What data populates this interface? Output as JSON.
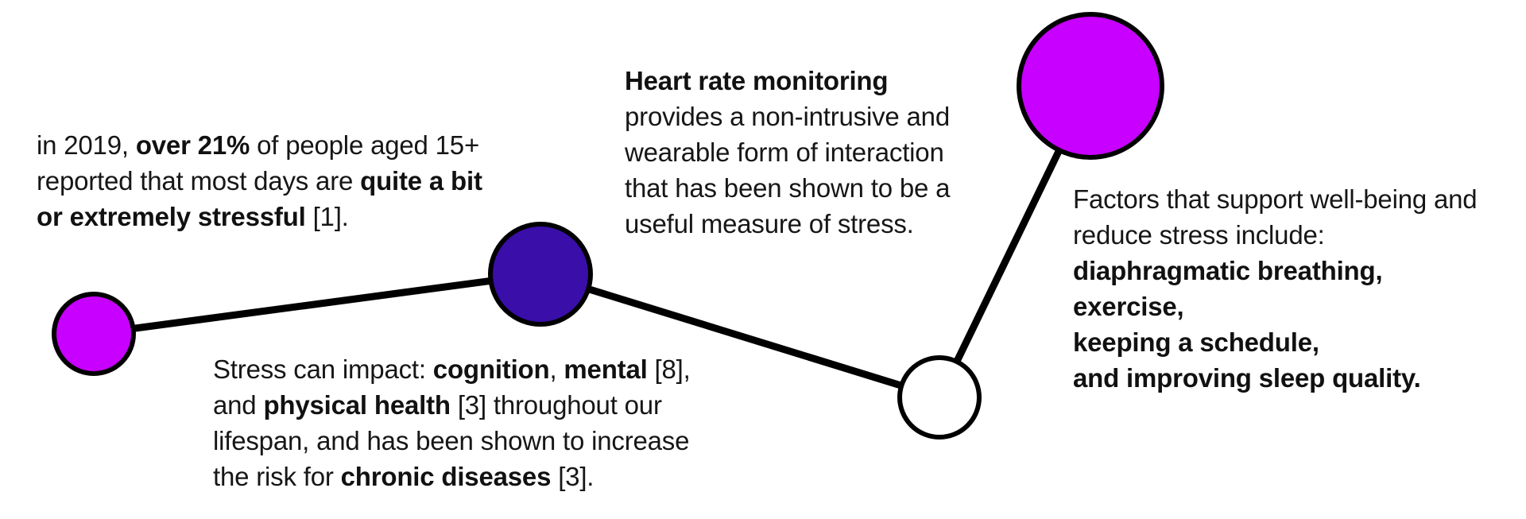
{
  "colors": {
    "node_1": "#c800ff",
    "node_2": "#3a0ea8",
    "node_3": "#ffffff",
    "node_4": "#c800ff",
    "stroke": "#000000"
  },
  "blocks": {
    "stats": {
      "l1a": "in 2019, ",
      "l1b": "over 21%",
      "l1c": " of people aged 15+",
      "l2a": "reported that most days are ",
      "l2b": "quite a bit",
      "l3a": "or extremely stressful",
      "l3b": " [1]."
    },
    "impact": {
      "l1a": "Stress can impact: ",
      "l1b": "cognition",
      "l1c": ", ",
      "l1d": "mental",
      "l1e": " [8],",
      "l2a": "and ",
      "l2b": "physical health",
      "l2c": " [3] throughout our",
      "l3": "lifespan, and has been shown to increase",
      "l4a": "the risk for ",
      "l4b": "chronic diseases",
      "l4c": " [3]."
    },
    "heart_rate": {
      "l1": "Heart rate monitoring",
      "l2": "provides a non-intrusive and",
      "l3": "wearable form of interaction",
      "l4": "that has been shown to be a",
      "l5": "useful measure of stress."
    },
    "factors": {
      "l1": "Factors that support well-being and",
      "l2": "reduce stress include:",
      "l3": "diaphragmatic breathing,",
      "l4": "exercise,",
      "l5": "keeping a schedule,",
      "l6": "and improving sleep quality."
    }
  }
}
